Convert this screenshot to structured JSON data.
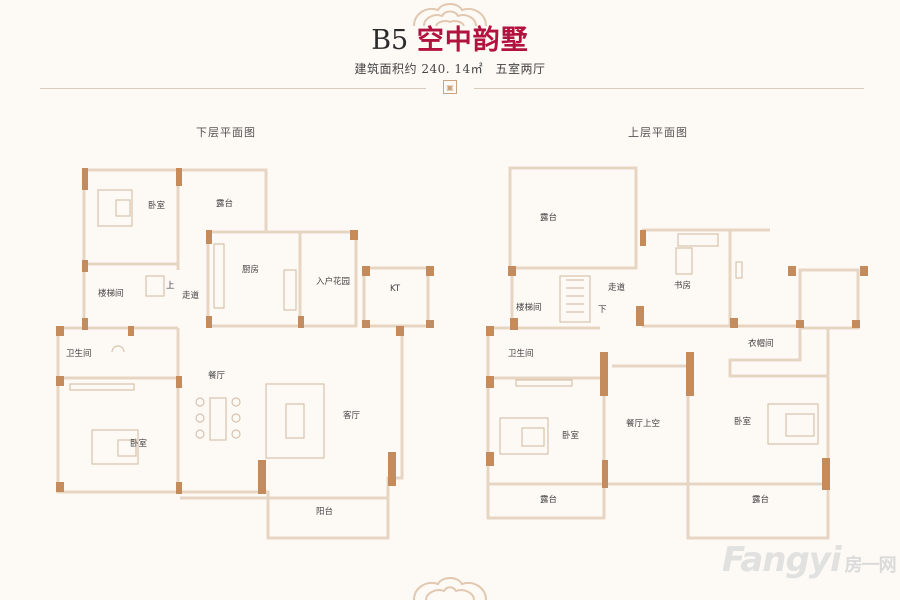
{
  "header": {
    "code": "B5",
    "name": "空中韵墅",
    "area_text": "建筑面积约 240. 14㎡",
    "layout_text": "五室两厅",
    "seal_glyph": "▣"
  },
  "plans": {
    "lower": {
      "caption": "下层平面图",
      "rooms": {
        "bedroom_top": "卧室",
        "terrace_top": "露台",
        "kitchen": "厨房",
        "entry_garden": "入户花园",
        "elevator": "KT",
        "stairwell": "楼梯间",
        "up": "上",
        "corridor": "走道",
        "bathroom": "卫生间",
        "dining": "餐厅",
        "living": "客厅",
        "bedroom_bottom": "卧室",
        "balcony": "阳台"
      }
    },
    "upper": {
      "caption": "上层平面图",
      "rooms": {
        "terrace_top": "露台",
        "stairwell": "楼梯间",
        "corridor": "走道",
        "down": "下",
        "study": "书房",
        "cloakroom": "衣帽间",
        "bathroom": "卫生间",
        "bedroom_left": "卧室",
        "dining_void": "餐厅上空",
        "bedroom_right": "卧室",
        "terrace_bottom_left": "露台",
        "terrace_bottom_right": "露台"
      }
    }
  },
  "watermark": {
    "brand": "Fangyi",
    "cn": "房一网"
  },
  "colors": {
    "wall": "#e6d5c3",
    "column": "#c48b5d",
    "accent": "#b3123e",
    "furniture": "#d8c3ad"
  }
}
